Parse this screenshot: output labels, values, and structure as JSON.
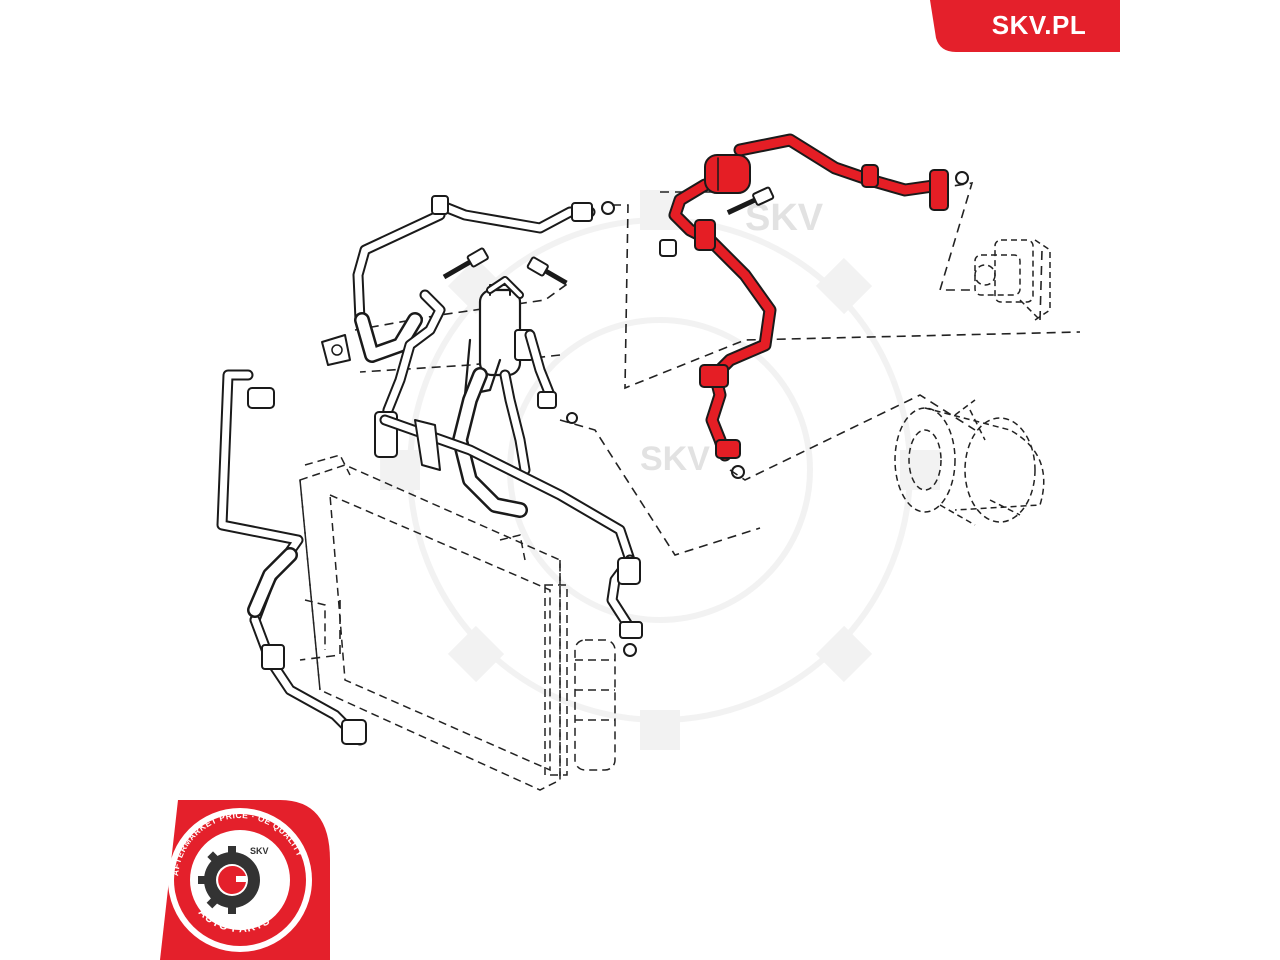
{
  "brand": {
    "site_label": "SKV.PL",
    "accent_color": "#e4202b",
    "highlight_color": "#e51e25"
  },
  "watermark": {
    "text": "SKV"
  },
  "badge": {
    "ring_text": "AFTERMARKET PRICE · OE QUALITY",
    "bottom_text": "AUTO PARTS",
    "center_text": "SKV",
    "icon": "gear-icon"
  },
  "diagram": {
    "highlighted_part": "ac-hose-with-dryer"
  }
}
